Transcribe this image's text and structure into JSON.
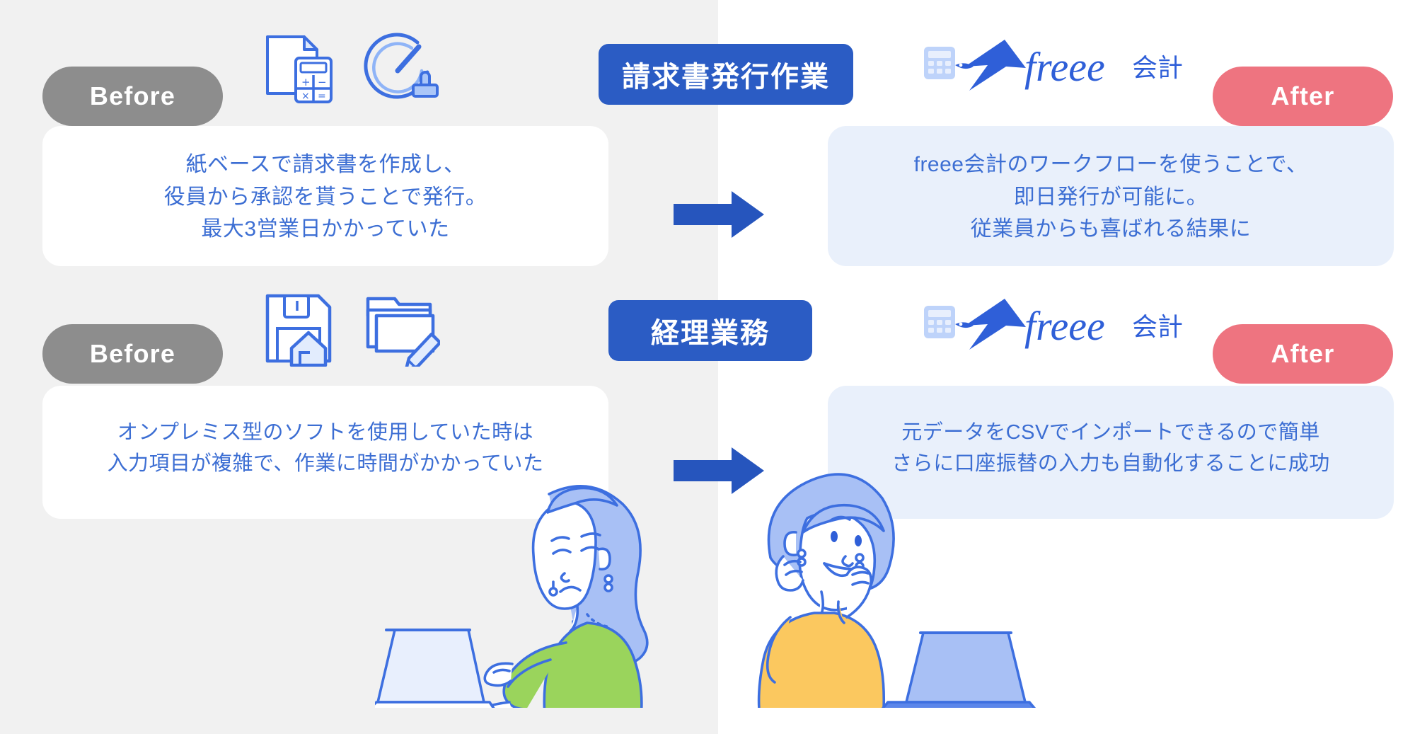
{
  "colors": {
    "bg_left": "#f1f1f1",
    "bg_right": "#ffffff",
    "card_left": "#ffffff",
    "card_right": "#e9f0fb",
    "text_blue": "#3c6ed3",
    "badge_before": "#8d8d8d",
    "badge_after": "#ee7480",
    "center_label": "#2b5cc4",
    "arrow": "#2655bd",
    "logo_blue": "#2f5fd8",
    "hair_blue": "#a8c0f5",
    "shirt_green": "#9ad45c",
    "shirt_yellow": "#fbc köz"
  },
  "rows": [
    {
      "id": "invoice",
      "before_badge": "Before",
      "after_badge": "After",
      "center_label": "請求書発行作業",
      "before_text": "紙ベースで請求書を作成し、\n役員から承認を貰うことで発行。\n最大3営業日かかっていた",
      "after_text": "freee会計のワークフローを使うことで、\n即日発行が可能に。\n従業員からも喜ばれる結果に",
      "before_icons": [
        "document-calculator-icon",
        "clock-stamp-icon"
      ],
      "after_logo": "freee-kaikei-logo"
    },
    {
      "id": "accounting",
      "before_badge": "Before",
      "after_badge": "After",
      "center_label": "経理業務",
      "before_text": "オンプレミス型のソフトを使用していた時は\n入力項目が複雑で、作業に時間がかかっていた",
      "after_text": "元データをCSVでインポートできるので簡単\nさらに口座振替の入力も自動化することに成功",
      "before_icons": [
        "floppy-disk-house-icon",
        "folder-pencil-icon"
      ],
      "after_logo": "freee-kaikei-logo"
    }
  ],
  "logo": {
    "wordmark": "freee",
    "suffix": "会計",
    "mark": "swallow-calculator-icon"
  },
  "illustrations": [
    {
      "name": "sad-woman-laptop-illustration",
      "mood": "sad",
      "shirt": "green"
    },
    {
      "name": "happy-woman-laptop-illustration",
      "mood": "happy",
      "shirt": "yellow"
    }
  ],
  "arrows": [
    {
      "name": "transition-arrow-row1"
    },
    {
      "name": "transition-arrow-row2"
    }
  ]
}
